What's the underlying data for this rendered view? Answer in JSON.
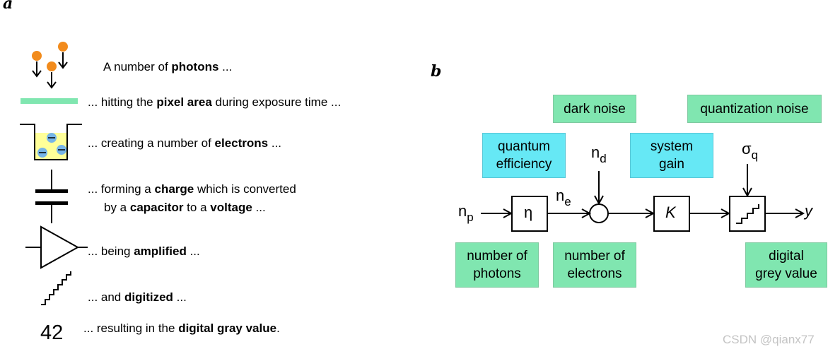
{
  "panel_a": {
    "label": "a",
    "number_42": "42",
    "rows": [
      {
        "pre": "A number of ",
        "bold": "photons",
        "post": " ..."
      },
      {
        "pre": "... hitting the ",
        "bold": "pixel area",
        "post": " during exposure time ..."
      },
      {
        "pre": "... creating a number of ",
        "bold": "electrons",
        "post": " ..."
      },
      {
        "pre": "... forming a ",
        "bold": "charge",
        "post": " which is converted"
      },
      {
        "pre": "by a ",
        "bold": "capacitor",
        "mid": " to a ",
        "bold2": "voltage",
        "post": " ..."
      },
      {
        "pre": "... being ",
        "bold": "amplified",
        "post": " ..."
      },
      {
        "pre": "... and ",
        "bold": "digitized",
        "post": " ..."
      },
      {
        "pre": "... resulting in the ",
        "bold": "digital gray value",
        "post": "."
      }
    ]
  },
  "panel_b": {
    "label": "b",
    "boxes": {
      "dark_noise": "dark noise",
      "quantization_noise": "quantization noise",
      "quantum_efficiency": [
        "quantum",
        "efficiency"
      ],
      "system_gain": [
        "system",
        "gain"
      ],
      "number_of_photons": [
        "number of",
        "photons"
      ],
      "number_of_electrons": [
        "number of",
        "electrons"
      ],
      "digital_grey_value": [
        "digital",
        "grey value"
      ]
    },
    "symbols": {
      "np": {
        "base": "n",
        "sub": "p"
      },
      "ne": {
        "base": "n",
        "sub": "e"
      },
      "nd": {
        "base": "n",
        "sub": "d"
      },
      "sigma_q": {
        "base": "σ",
        "sub": "q"
      },
      "eta": "η",
      "K": "K",
      "y": "y"
    }
  },
  "watermark": "CSDN @qianx77",
  "colors": {
    "green_box": "#80e6b0",
    "cyan_box": "#66e8f5",
    "photon": "#f28b1c",
    "electron": "#77b5e8",
    "pixel": "#80e6b0",
    "well": "#ffff99"
  }
}
